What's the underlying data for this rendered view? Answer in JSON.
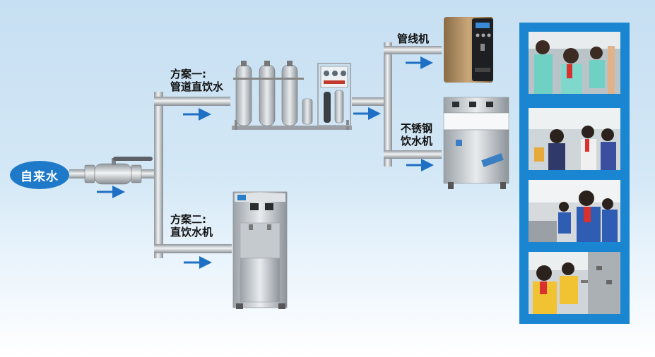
{
  "source": {
    "label": "自来水"
  },
  "options": {
    "plan1": {
      "line1": "方案一:",
      "line2": "管道直饮水"
    },
    "plan2": {
      "line1": "方案二:",
      "line2": "直饮水机"
    }
  },
  "outputs": {
    "pipeline_machine": {
      "label": "管线机"
    },
    "steel_machine": {
      "line1": "不锈钢",
      "line2": "饮水机"
    }
  },
  "colors": {
    "pipe": "#b9bec3",
    "arrow": "#1f6fc4",
    "badge": "#1f79c9",
    "panel": "#1a86d2"
  },
  "photos": [
    {
      "subject": "students-drinking-photo-1"
    },
    {
      "subject": "students-drinking-photo-2"
    },
    {
      "subject": "students-drinking-photo-3"
    },
    {
      "subject": "students-drinking-photo-4"
    }
  ]
}
